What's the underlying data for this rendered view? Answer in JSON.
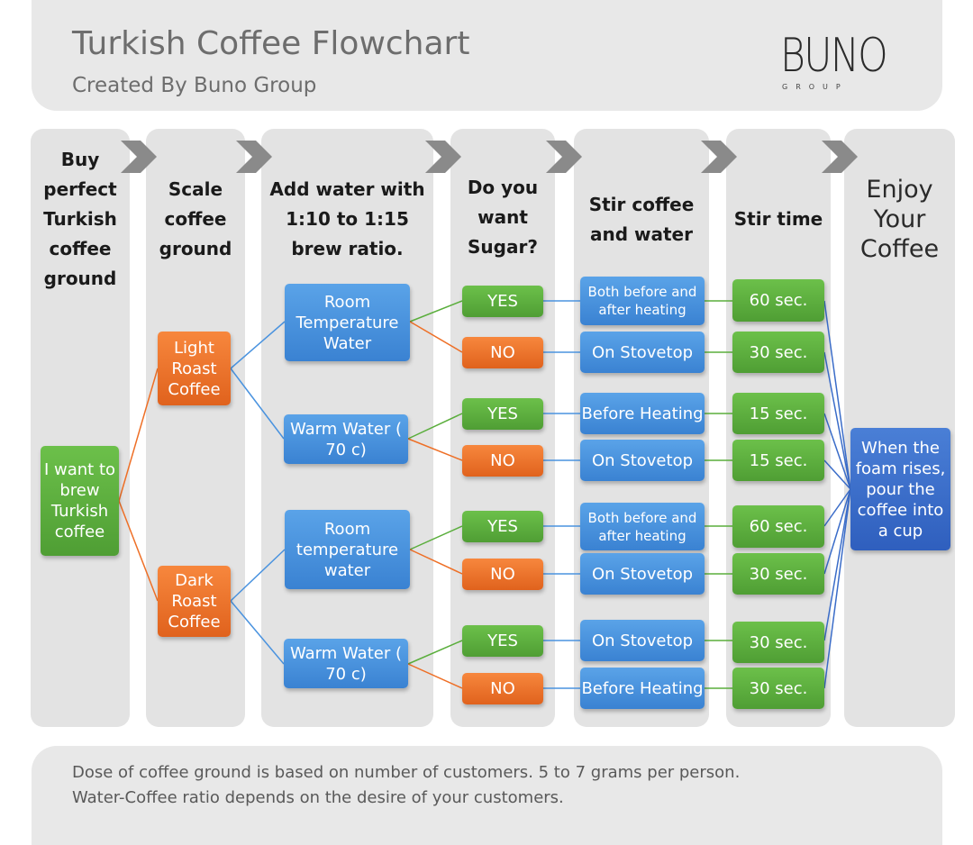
{
  "header": {
    "title": "Turkish Coffee Flowchart",
    "subtitle": "Created By Buno Group",
    "logo_word": "BUNO",
    "logo_sub": "GROUP"
  },
  "columns": [
    "Buy perfect Turkish coffee ground",
    "Scale coffee ground",
    "Add water with 1:10 to 1:15 brew ratio.",
    "Do you want Sugar?",
    "Stir coffee and water",
    "Stir time",
    "Enjoy Your Coffee"
  ],
  "nodes": {
    "start": "I want to brew Turkish coffee",
    "light_roast": "Light Roast Coffee",
    "dark_roast": "Dark Roast Coffee",
    "water_1": "Room Temperature Water",
    "water_2": "Warm Water ( 70 c)",
    "water_3": "Room temperature water",
    "water_4": "Warm Water ( 70 c)",
    "sugar": [
      "YES",
      "NO",
      "YES",
      "NO",
      "YES",
      "NO",
      "YES",
      "NO"
    ],
    "stir": [
      "Both before and after heating",
      "On Stovetop",
      "Before Heating",
      "On Stovetop",
      "Both before and after heating",
      "On Stovetop",
      "On Stovetop",
      "Before Heating"
    ],
    "time": [
      "60 sec.",
      "30 sec.",
      "15 sec.",
      "15 sec.",
      "60 sec.",
      "30 sec.",
      "30 sec.",
      "30 sec."
    ],
    "end": "When the foam rises, pour the coffee into a cup"
  },
  "footer": {
    "line1": "Dose of coffee ground is based on number of customers. 5 to 7 grams per person.",
    "line2": "Water-Coffee ratio depends on the desire of your customers."
  },
  "colors": {
    "green": "#5aae3c",
    "orange": "#ee6f26",
    "blue": "#4a93df",
    "navy": "#3a6cc8",
    "panel": "#e3e3e3",
    "chevron": "#8a8a8a"
  }
}
